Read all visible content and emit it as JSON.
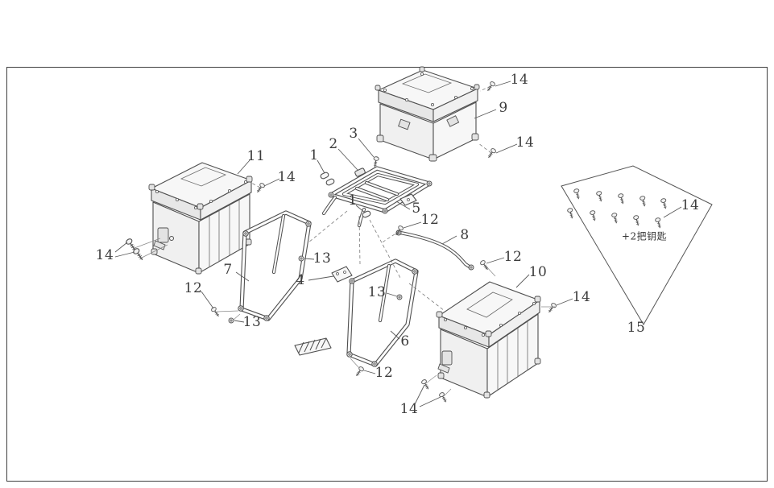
{
  "colors": {
    "ink": "#4f4f4f",
    "paper": "#ffffff"
  },
  "callouts": [
    {
      "id": "screw-topcase-upper",
      "text": "14"
    },
    {
      "id": "top-case",
      "text": "9"
    },
    {
      "id": "screw-topcase-lower",
      "text": "14"
    },
    {
      "id": "left-pannier",
      "text": "11"
    },
    {
      "id": "rack-bracket",
      "text": "2"
    },
    {
      "id": "rack-screw",
      "text": "3"
    },
    {
      "id": "spacer-upper",
      "text": "1"
    },
    {
      "id": "screw-left-pannier",
      "text": "14"
    },
    {
      "id": "spacer-lower",
      "text": "1"
    },
    {
      "id": "rack-plate",
      "text": "5"
    },
    {
      "id": "bolt-rack",
      "text": "12"
    },
    {
      "id": "support-bar",
      "text": "8"
    },
    {
      "id": "bolts-left",
      "text": "14"
    },
    {
      "id": "nut-left-frame",
      "text": "13"
    },
    {
      "id": "bolt-right",
      "text": "12"
    },
    {
      "id": "left-side-frame",
      "text": "7"
    },
    {
      "id": "right-pannier",
      "text": "10"
    },
    {
      "id": "bracket",
      "text": "4"
    },
    {
      "id": "nut-right-frame",
      "text": "13"
    },
    {
      "id": "screw-right-pannier",
      "text": "14"
    },
    {
      "id": "bolt-left-bottom",
      "text": "12"
    },
    {
      "id": "nut-bottom",
      "text": "13"
    },
    {
      "id": "right-side-frame",
      "text": "6"
    },
    {
      "id": "hardware-kit",
      "text": "15"
    },
    {
      "id": "bolt-bottom",
      "text": "12"
    },
    {
      "id": "screws-bottom",
      "text": "14"
    },
    {
      "id": "screw-kit",
      "text": "14"
    },
    {
      "id": "keys-note",
      "text": "+2把钥匙"
    }
  ]
}
